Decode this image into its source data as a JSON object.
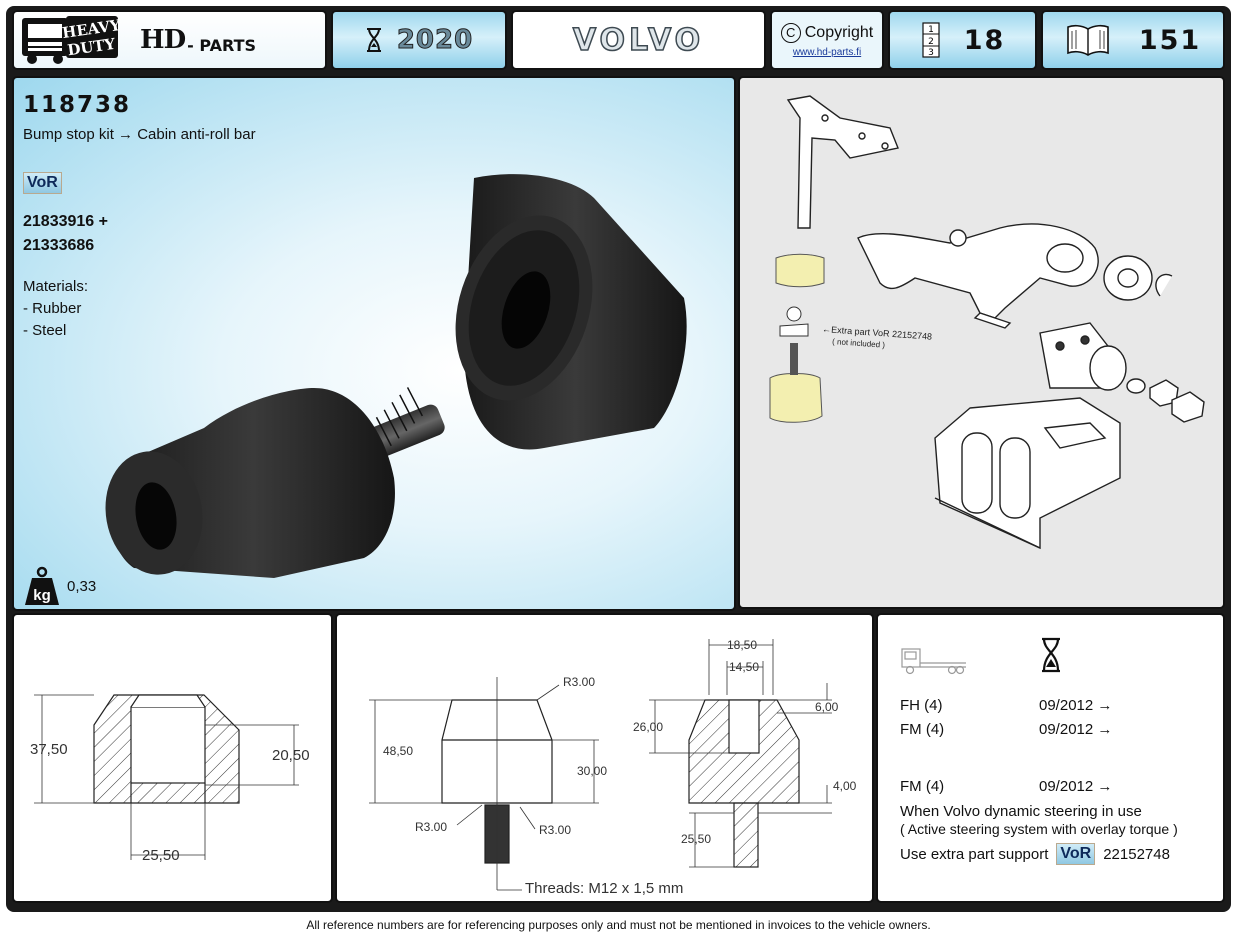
{
  "header": {
    "logo_line1": "HEAVY",
    "logo_line2": "DUTY",
    "brand_hd": "HD",
    "brand_parts": "- PARTS",
    "year": "2020",
    "make": "VOLVO",
    "copyright_label": "Copyright",
    "copyright_url": "www.hd-parts.fi",
    "page_num": "18",
    "book_num": "151",
    "page_icon_digits": [
      "1",
      "2",
      "3"
    ]
  },
  "product": {
    "part_number": "118738",
    "description": "Bump stop kit → Cabin anti-roll bar",
    "vor_label": "VoR",
    "oem_numbers": [
      "21833916 +",
      "21333686"
    ],
    "materials_title": "Materials:",
    "materials": [
      "- Rubber",
      "- Steel"
    ],
    "weight_unit": "kg",
    "weight": "0,33"
  },
  "exploded_view": {
    "callout": "←Extra part VoR 22152748",
    "callout_sub": "( not included )"
  },
  "drawing1": {
    "dim_height": "37,50",
    "dim_bore": "20,50",
    "dim_width": "25,50"
  },
  "drawing2": {
    "r_top": "R3.00",
    "r_left": "R3.00",
    "r_right": "R3.00",
    "h_total": "48,50",
    "h_body": "30,00",
    "threads": "Threads: M12 x 1,5 mm",
    "w_outer": "18,50",
    "w_inner": "14,50",
    "h_hole": "26,00",
    "d_top": "6,00",
    "d_bottom": "4,00",
    "thread_len": "25,50"
  },
  "applications": {
    "rows": [
      {
        "model": "FH (4)",
        "date": "09/2012 →"
      },
      {
        "model": "FM (4)",
        "date": "09/2012 →"
      },
      {
        "model": "FM (4)",
        "date": "09/2012 →"
      }
    ],
    "note1": "When Volvo dynamic steering in use",
    "note2": "( Active steering system with overlay torque )",
    "note3_prefix": "Use extra part support",
    "vor_label": "VoR",
    "extra_part": "22152748"
  },
  "footer": {
    "disclaimer": "All reference numbers are for referencing purposes only and must not be mentioned in invoices to the vehicle owners."
  },
  "colors": {
    "accent_blue": "#9fd8ee",
    "frame": "#1a1a1a",
    "rubber": "#222222",
    "highlight_part": "#f3efb0"
  }
}
